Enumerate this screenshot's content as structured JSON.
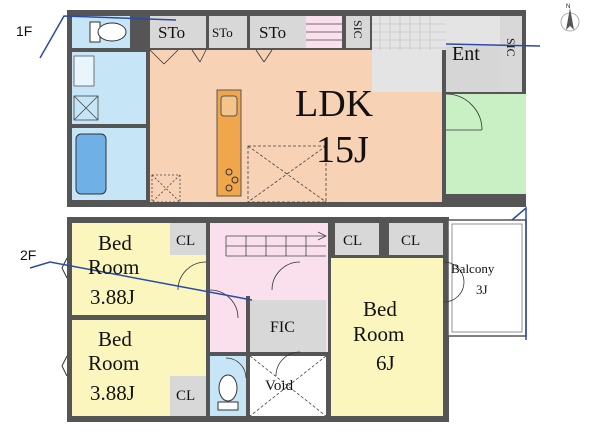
{
  "floor1": {
    "floor_label": "1F",
    "ldk_label": "LDK",
    "ldk_size": "15J",
    "storage_1": "STo",
    "storage_2": "STo",
    "storage_3": "STo",
    "sic_1": "SIC",
    "sic_2": "SIC",
    "entrance": "Ent"
  },
  "floor2": {
    "floor_label": "2F",
    "bedroom_1": {
      "line1": "Bed",
      "line2": "Room",
      "size": "3.88J"
    },
    "bedroom_2": {
      "line1": "Bed",
      "line2": "Room",
      "size": "3.88J"
    },
    "bedroom_3": {
      "line1": "Bed",
      "line2": "Room",
      "size": "6J"
    },
    "closet_1": "CL",
    "closet_2": "CL",
    "closet_3": "CL",
    "closet_4": "CL",
    "fic": "FIC",
    "void": "Void",
    "balcony": "Balcony",
    "balcony_size": "3J"
  },
  "colors": {
    "ldk": "#f8d2b4",
    "wet_area": "#c6e6f8",
    "bedroom": "#fbf6bd",
    "hall": "#fae0ec",
    "closet": "#d8d8d8",
    "garden": "#c8f0c4",
    "wall": "#555555",
    "marker_line": "#2a4aa8",
    "kitchen_counter": "#f0a64a"
  },
  "icons": {
    "north": "north-arrow-icon",
    "toilet": "toilet-icon",
    "bathtub": "bathtub-icon",
    "sink": "sink-icon",
    "stove": "stove-icon",
    "stairs": "stairs-icon"
  }
}
